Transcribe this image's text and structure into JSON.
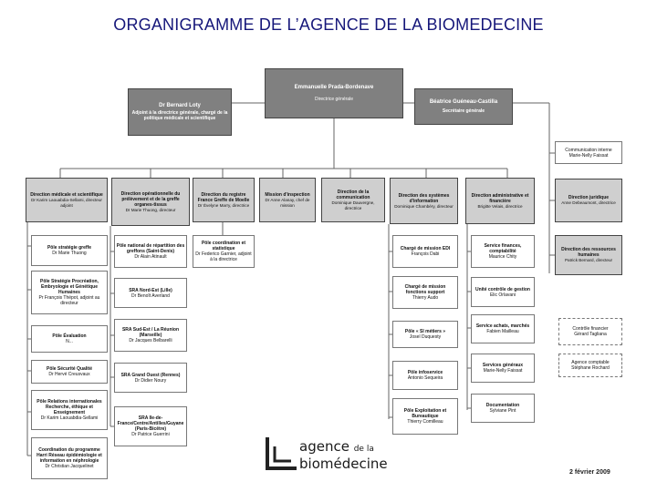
{
  "title": "ORGANIGRAMME DE L’AGENCE DE LA BIOMEDECINE",
  "top": {
    "director": {
      "name": "Emmanuelle Prada-Bordenave",
      "role": "Directrice générale"
    },
    "adjoint": {
      "name": "Dr Bernard Loty",
      "role": "Adjoint à la directrice générale, chargé de la politique médicale et scientifique"
    },
    "secretary": {
      "name": "Béatrice Guéneau-Castilla",
      "role": "Secrétaire générale"
    }
  },
  "side": {
    "communication": {
      "name": "Communication interne",
      "person": "Marie-Nelly Faissat"
    },
    "juridique": {
      "name": "Direction juridique",
      "person": "Anne Debeaumont, directrice"
    },
    "rh": {
      "name": "Direction des ressources humaines",
      "person": "Patrick Bernard, directeur"
    },
    "controle": {
      "name": "Contrôle financier",
      "person": "Gérard Tagliana"
    },
    "agent": {
      "name": "Agence comptable",
      "person": "Stéphane Rochard"
    }
  },
  "directions": [
    {
      "name": "Direction médicale et scientifique",
      "person": "Dr Karim Laouabdia-Sellami, directeur adjoint"
    },
    {
      "name": "Direction opérationnelle du prélèvement et de la greffe organes-tissus",
      "person": "Dr Marie Thuong, directeur"
    },
    {
      "name": "Direction du registre France Greffe de Moelle",
      "person": "Dr Évelyne Marry, directrice"
    },
    {
      "name": "Mission d'inspection",
      "person": "Dr Anne Alanay, chef de mission"
    },
    {
      "name": "Direction de la communication",
      "person": "Dominique Dauvergne, directrice"
    },
    {
      "name": "Direction des systèmes d'information",
      "person": "Dominique Chambéry, directeur"
    },
    {
      "name": "Direction administrative et financière",
      "person": "Brigitte Velais, directrice"
    }
  ],
  "col1": [
    {
      "name": "Pôle stratégie greffe",
      "person": "Dr Marie Thuong"
    },
    {
      "name": "Pôle Stratégie Procréation, Embryologie et Génétique Humaines",
      "person": "Pr François Thépot, adjoint au directeur"
    },
    {
      "name": "Pôle Évaluation",
      "person": "N..."
    },
    {
      "name": "Pôle Sécurité Qualité",
      "person": "Dr Hervé Creusvaux"
    },
    {
      "name": "Pôle Relations internationales Recherche, éthique et Enseignement",
      "person": "Dr Karim Laouabdia-Sellami"
    },
    {
      "name": "Coordination du programme Harri Réseau épidémiologie et information en néphrologie",
      "person": "Dr Christian Jacquelinet"
    }
  ],
  "col2": [
    {
      "name": "Pôle national de répartition des greffons (Saint-Denis)",
      "person": "Dr Alain Atinault"
    },
    {
      "name": "SRA Nord-Est (Lille)",
      "person": "Dr Benoît Averland"
    },
    {
      "name": "SRA Sud-Est / La Réunion (Marseille)",
      "person": "Dr Jacques Belbarelli"
    },
    {
      "name": "SRA Grand Ouest (Rennes)",
      "person": "Dr Didier Noury"
    },
    {
      "name": "SRA Ile-de-France/Centre/Antilles/Guyane (Paris-Bicêtre)",
      "person": "Dr Patrice Guerrini"
    }
  ],
  "col3": [
    {
      "name": "Pôle coordination et statistique",
      "person": "Dr Federico Garnier, adjoint à la directrice"
    }
  ],
  "col6": [
    {
      "name": "Chargé de mission EDI",
      "person": "François Dabi"
    },
    {
      "name": "Chargé de mission fonctions support",
      "person": "Thierry Audo"
    },
    {
      "name": "Pôle « SI métiers »",
      "person": "Josel Duquesty"
    },
    {
      "name": "Pôle infoservice",
      "person": "Antonio Sequeira"
    },
    {
      "name": "Pôle Exploitation et Bureautique",
      "person": "Thierry Comilleau"
    }
  ],
  "col7": [
    {
      "name": "Service finances, comptabilité",
      "person": "Maurice Chity"
    },
    {
      "name": "Unité contrôle de gestion",
      "person": "Elic Orlavani"
    },
    {
      "name": "Service achats, marchés",
      "person": "Fabien Mailleau"
    },
    {
      "name": "Services généraux",
      "person": "Marie-Nelly Faissat"
    },
    {
      "name": "Documentation",
      "person": "Sylviane Pint"
    }
  ],
  "logo": {
    "line1": "agence",
    "line1_small": "de la",
    "line2": "biomédecine"
  },
  "date": "2 février 2009"
}
